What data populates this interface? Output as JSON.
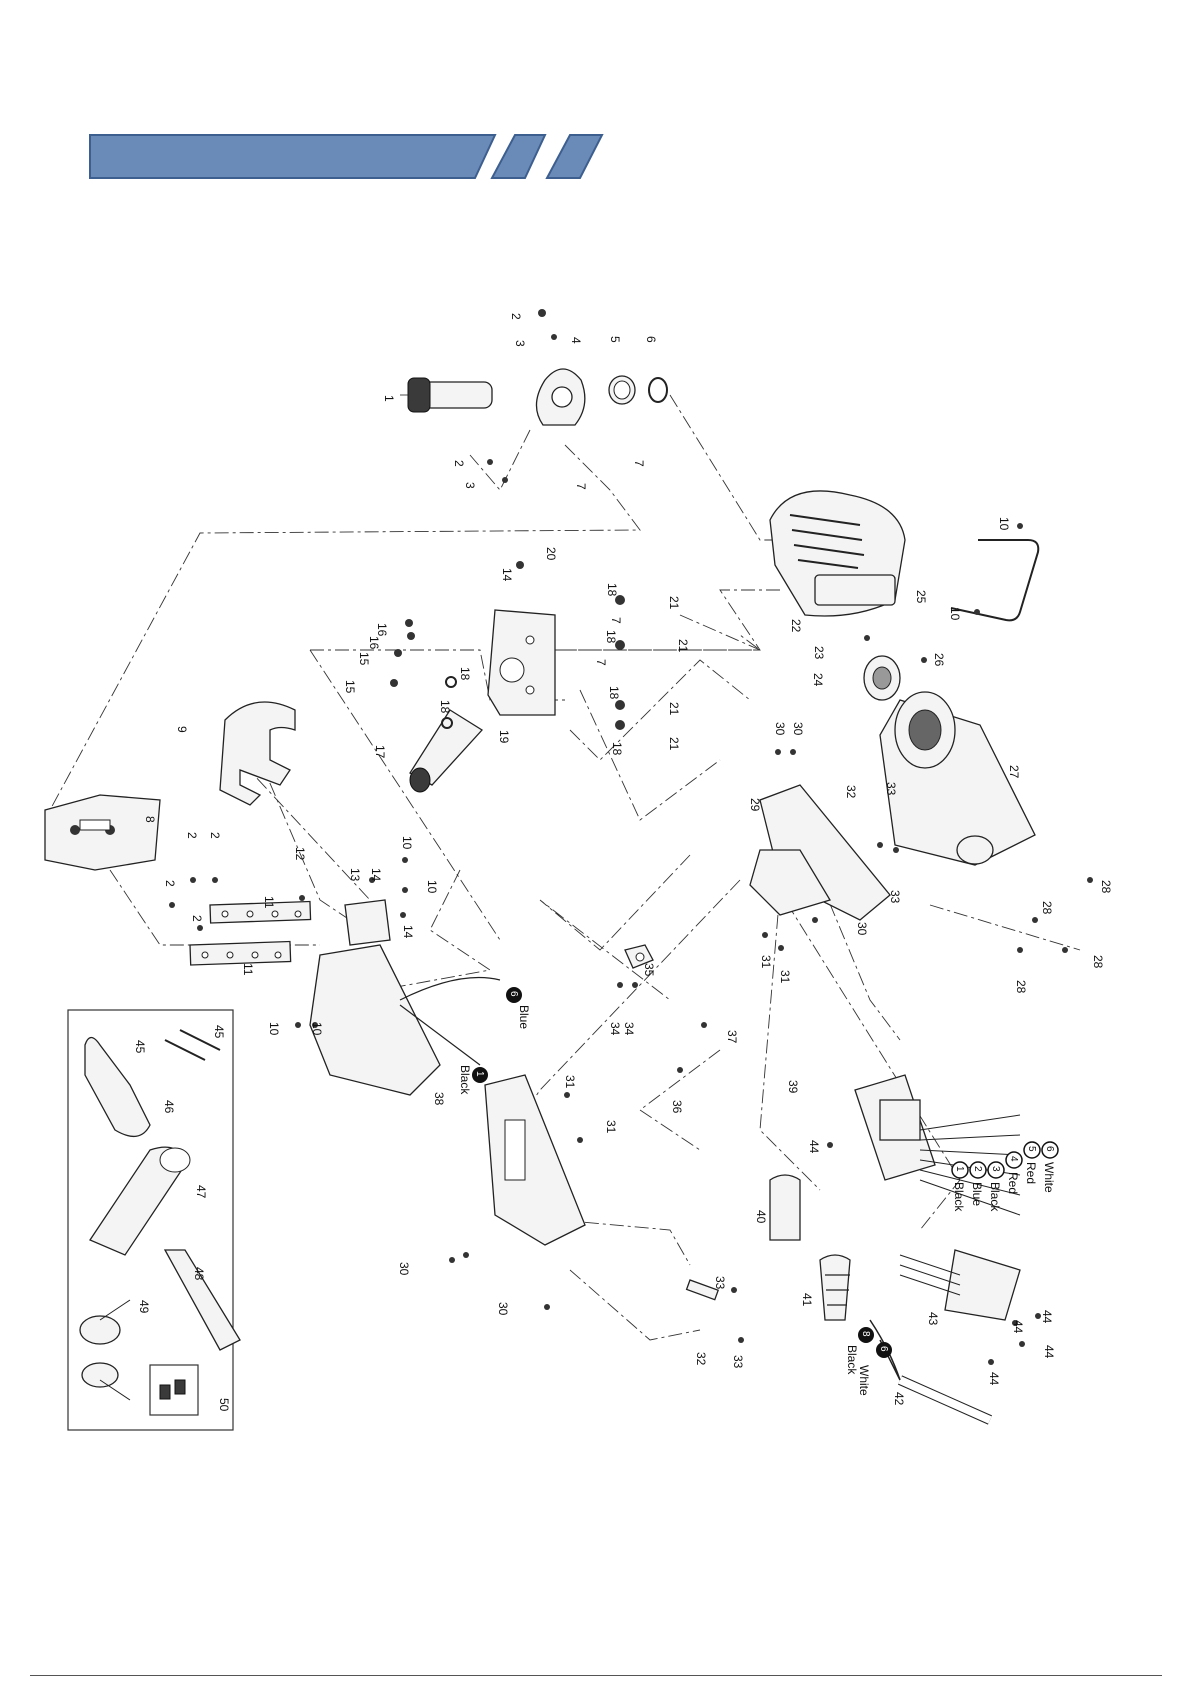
{
  "banner": {
    "color": "#6a8ab8",
    "stroke": "#3d5f8f"
  },
  "parts": [
    {
      "id": "label-1",
      "text": "1"
    },
    {
      "id": "label-2a",
      "text": "2"
    },
    {
      "id": "label-3a",
      "text": "3"
    },
    {
      "id": "label-4",
      "text": "4"
    },
    {
      "id": "label-5",
      "text": "5"
    },
    {
      "id": "label-6",
      "text": "6"
    },
    {
      "id": "label-7a",
      "text": "7"
    },
    {
      "id": "label-7b",
      "text": "7"
    },
    {
      "id": "label-2b",
      "text": "2"
    },
    {
      "id": "label-3b",
      "text": "3"
    },
    {
      "id": "label-20",
      "text": "20"
    },
    {
      "id": "label-14a",
      "text": "14"
    },
    {
      "id": "label-18a",
      "text": "18"
    },
    {
      "id": "label-21a",
      "text": "21"
    },
    {
      "id": "label-16a",
      "text": "16"
    },
    {
      "id": "label-16b",
      "text": "16"
    },
    {
      "id": "label-18b",
      "text": "18"
    },
    {
      "id": "label-7c",
      "text": "7"
    },
    {
      "id": "label-21b",
      "text": "21"
    },
    {
      "id": "label-15a",
      "text": "15"
    },
    {
      "id": "label-18c",
      "text": "18"
    },
    {
      "id": "label-7d",
      "text": "7"
    },
    {
      "id": "label-15b",
      "text": "15"
    },
    {
      "id": "label-18d",
      "text": "18"
    },
    {
      "id": "label-18e",
      "text": "18"
    },
    {
      "id": "label-21c",
      "text": "21"
    },
    {
      "id": "label-17",
      "text": "17"
    },
    {
      "id": "label-19",
      "text": "19"
    },
    {
      "id": "label-18f",
      "text": "18"
    },
    {
      "id": "label-21d",
      "text": "21"
    },
    {
      "id": "label-10a",
      "text": "10"
    },
    {
      "id": "label-25",
      "text": "25"
    },
    {
      "id": "label-10b",
      "text": "10"
    },
    {
      "id": "label-22",
      "text": "22"
    },
    {
      "id": "label-23",
      "text": "23"
    },
    {
      "id": "label-26",
      "text": "26"
    },
    {
      "id": "label-24",
      "text": "24"
    },
    {
      "id": "label-27",
      "text": "27"
    },
    {
      "id": "label-9",
      "text": "9"
    },
    {
      "id": "label-8",
      "text": "8"
    },
    {
      "id": "label-30a",
      "text": "30"
    },
    {
      "id": "label-30b",
      "text": "30"
    },
    {
      "id": "label-29",
      "text": "29"
    },
    {
      "id": "label-32a",
      "text": "32"
    },
    {
      "id": "label-33a",
      "text": "33"
    },
    {
      "id": "label-33b",
      "text": "33"
    },
    {
      "id": "label-28a",
      "text": "28"
    },
    {
      "id": "label-28b",
      "text": "28"
    },
    {
      "id": "label-28c",
      "text": "28"
    },
    {
      "id": "label-28d",
      "text": "28"
    },
    {
      "id": "label-2c",
      "text": "2"
    },
    {
      "id": "label-2d",
      "text": "2"
    },
    {
      "id": "label-11a",
      "text": "11"
    },
    {
      "id": "label-12",
      "text": "12"
    },
    {
      "id": "label-13",
      "text": "13"
    },
    {
      "id": "label-10c",
      "text": "10"
    },
    {
      "id": "label-14b",
      "text": "14"
    },
    {
      "id": "label-10d",
      "text": "10"
    },
    {
      "id": "label-14c",
      "text": "14"
    },
    {
      "id": "label-2e",
      "text": "2"
    },
    {
      "id": "label-2f",
      "text": "2"
    },
    {
      "id": "label-11b",
      "text": "11"
    },
    {
      "id": "label-30c",
      "text": "30"
    },
    {
      "id": "label-31a",
      "text": "31"
    },
    {
      "id": "label-31b",
      "text": "31"
    },
    {
      "id": "label-35",
      "text": "35"
    },
    {
      "id": "label-34a",
      "text": "34"
    },
    {
      "id": "label-34b",
      "text": "34"
    },
    {
      "id": "label-10e",
      "text": "10"
    },
    {
      "id": "label-10f",
      "text": "10"
    },
    {
      "id": "label-37",
      "text": "37"
    },
    {
      "id": "label-36",
      "text": "36"
    },
    {
      "id": "label-39",
      "text": "39"
    },
    {
      "id": "label-44a",
      "text": "44"
    },
    {
      "id": "label-45a",
      "text": "45"
    },
    {
      "id": "label-45b",
      "text": "45"
    },
    {
      "id": "label-46",
      "text": "46"
    },
    {
      "id": "label-47",
      "text": "47"
    },
    {
      "id": "label-48",
      "text": "48"
    },
    {
      "id": "label-49",
      "text": "49"
    },
    {
      "id": "label-50",
      "text": "50"
    },
    {
      "id": "label-38",
      "text": "38"
    },
    {
      "id": "label-31c",
      "text": "31"
    },
    {
      "id": "label-31d",
      "text": "31"
    },
    {
      "id": "label-30d",
      "text": "30"
    },
    {
      "id": "label-30e",
      "text": "30"
    },
    {
      "id": "label-40",
      "text": "40"
    },
    {
      "id": "label-41",
      "text": "41"
    },
    {
      "id": "label-33c",
      "text": "33"
    },
    {
      "id": "label-32b",
      "text": "32"
    },
    {
      "id": "label-33d",
      "text": "33"
    },
    {
      "id": "label-43",
      "text": "43"
    },
    {
      "id": "label-44b",
      "text": "44"
    },
    {
      "id": "label-44c",
      "text": "44"
    },
    {
      "id": "label-44d",
      "text": "44"
    },
    {
      "id": "label-44e",
      "text": "44"
    },
    {
      "id": "label-42",
      "text": "42"
    }
  ],
  "wires": {
    "left_blue": {
      "num": "6",
      "text": "Blue"
    },
    "left_black": {
      "num": "1",
      "text": "Black"
    },
    "bundle": [
      {
        "num": "1",
        "text": "Black"
      },
      {
        "num": "2",
        "text": "Blue"
      },
      {
        "num": "3",
        "text": "Black"
      },
      {
        "num": "4",
        "text": "Red"
      },
      {
        "num": "5",
        "text": "Red"
      },
      {
        "num": "6",
        "text": "White"
      }
    ],
    "bottom_black": {
      "num": "8",
      "text": "Black"
    },
    "bottom_white": {
      "num": "6",
      "text": "White"
    }
  }
}
